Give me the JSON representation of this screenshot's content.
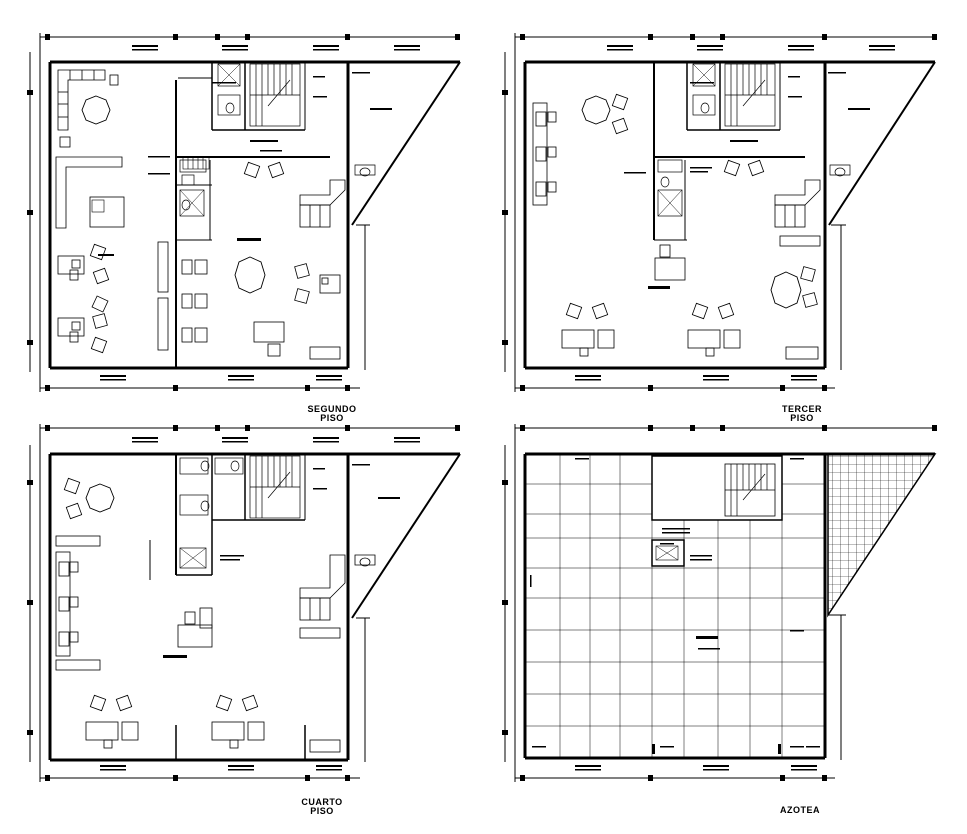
{
  "drawing": {
    "plans": [
      {
        "id": "segundo",
        "caption_line1": "SEGUNDO",
        "caption_line2": "PISO"
      },
      {
        "id": "tercer",
        "caption_line1": "TERCER",
        "caption_line2": "PISO"
      },
      {
        "id": "cuarto",
        "caption_line1": "CUARTO",
        "caption_line2": "PISO"
      },
      {
        "id": "azotea",
        "caption_line1": "AZOTEA",
        "caption_line2": ""
      }
    ]
  }
}
